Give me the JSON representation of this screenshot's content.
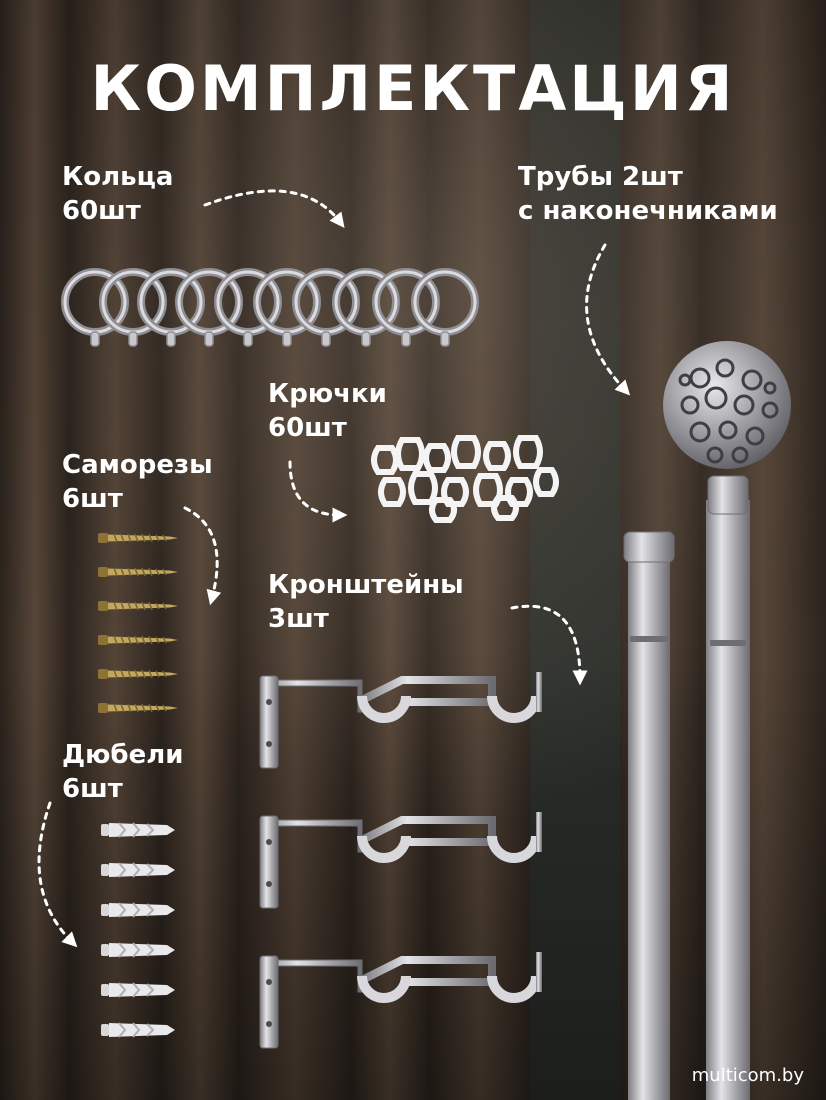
{
  "title": "КОМПЛЕКТАЦИЯ",
  "items": {
    "rings": {
      "line1": "Кольца",
      "line2": "60шт"
    },
    "rods": {
      "line1": "Трубы 2шт",
      "line2": "с наконечниками"
    },
    "hooks": {
      "line1": "Крючки",
      "line2": "60шт"
    },
    "screws": {
      "line1": "Саморезы",
      "line2": "6шт"
    },
    "brackets": {
      "line1": "Кронштейны",
      "line2": "3шт"
    },
    "dowels": {
      "line1": "Дюбели",
      "line2": "6шт"
    }
  },
  "watermark": "multicom.by",
  "colors": {
    "text": "#ffffff",
    "metal": "#b9b9bd",
    "screw": "#b59a55",
    "background": "#3a2f27"
  }
}
